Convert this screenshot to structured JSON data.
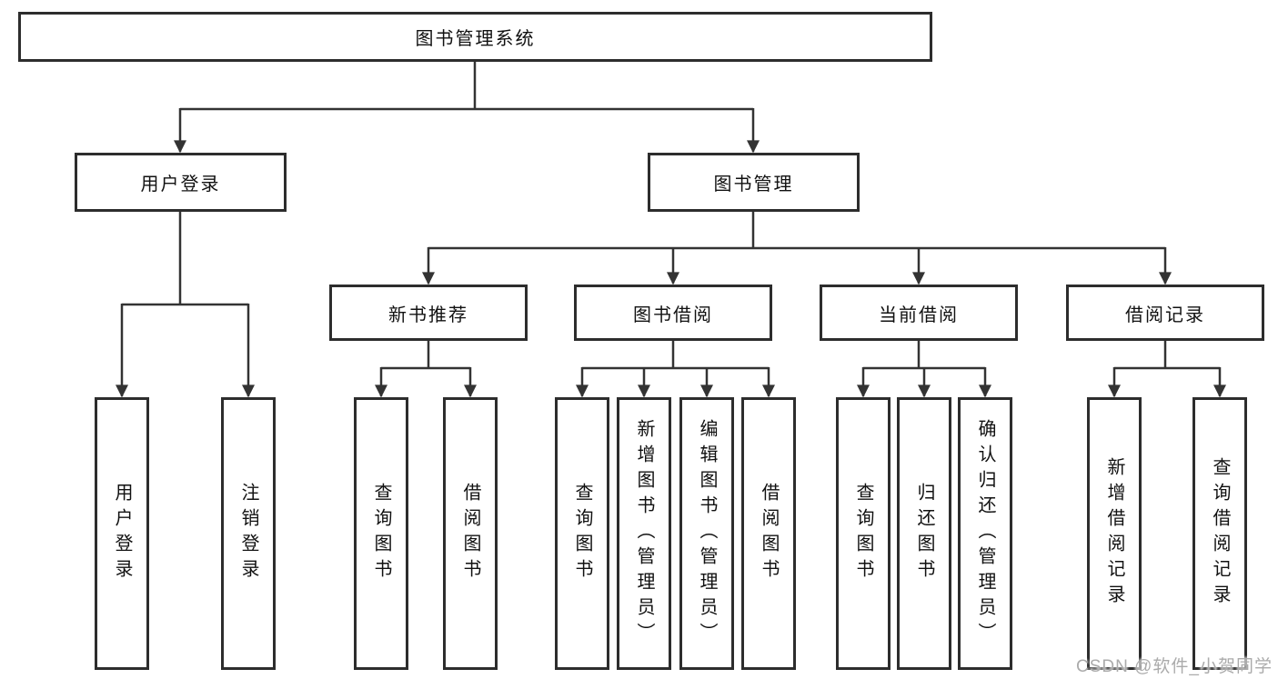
{
  "tree": {
    "label": "图书管理系统",
    "children": [
      {
        "label": "用户登录",
        "children": [
          {
            "label": "用户登录"
          },
          {
            "label": "注销登录"
          }
        ]
      },
      {
        "label": "图书管理",
        "children": [
          {
            "label": "新书推荐",
            "children": [
              {
                "label": "查询图书"
              },
              {
                "label": "借阅图书"
              }
            ]
          },
          {
            "label": "图书借阅",
            "children": [
              {
                "label": "查询图书"
              },
              {
                "label": "新增图书（管理员）"
              },
              {
                "label": "编辑图书（管理员）"
              },
              {
                "label": "借阅图书"
              }
            ]
          },
          {
            "label": "当前借阅",
            "children": [
              {
                "label": "查询图书"
              },
              {
                "label": "归还图书"
              },
              {
                "label": "确认归还（管理员）"
              }
            ]
          },
          {
            "label": "借阅记录",
            "children": [
              {
                "label": "新增借阅记录"
              },
              {
                "label": "查询借阅记录"
              }
            ]
          }
        ]
      }
    ]
  },
  "colors": {
    "line": "#333333",
    "box_border": "#2d2d2d",
    "text": "#111111",
    "watermark": "#ababab",
    "background": "#ffffff"
  },
  "watermark": {
    "text": "CSDN @软件_小贺同学"
  }
}
